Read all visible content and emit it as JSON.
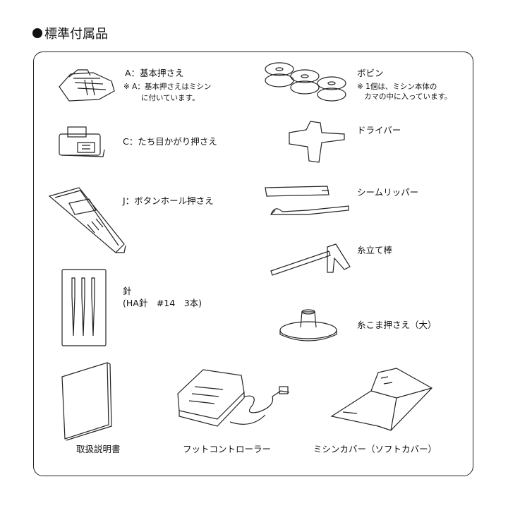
{
  "heading": "標準付属品",
  "items": {
    "foot_a": {
      "label": "A：基本押さえ",
      "note_1": "※ A：基本押さえはミシン",
      "note_2": "に付いています。"
    },
    "foot_c": {
      "label": "C：たち目かがり押さえ"
    },
    "foot_j": {
      "label": "J：ボタンホール押さえ"
    },
    "needles": {
      "label_1": "針",
      "label_2": "(HA針　#14　3本)"
    },
    "bobbin": {
      "label": "ボビン",
      "note_1": "※ 1個は、ミシン本体の",
      "note_2": "カマの中に入っています。"
    },
    "driver": {
      "label": "ドライバー"
    },
    "seam_ripper": {
      "label": "シームリッパー"
    },
    "spool_pin": {
      "label": "糸立て棒"
    },
    "spool_cap": {
      "label": "糸こま押さえ（大）"
    },
    "manual": {
      "label": "取扱説明書"
    },
    "foot_controller": {
      "label": "フットコントローラー"
    },
    "cover": {
      "label": "ミシンカバー（ソフトカバー）"
    }
  }
}
